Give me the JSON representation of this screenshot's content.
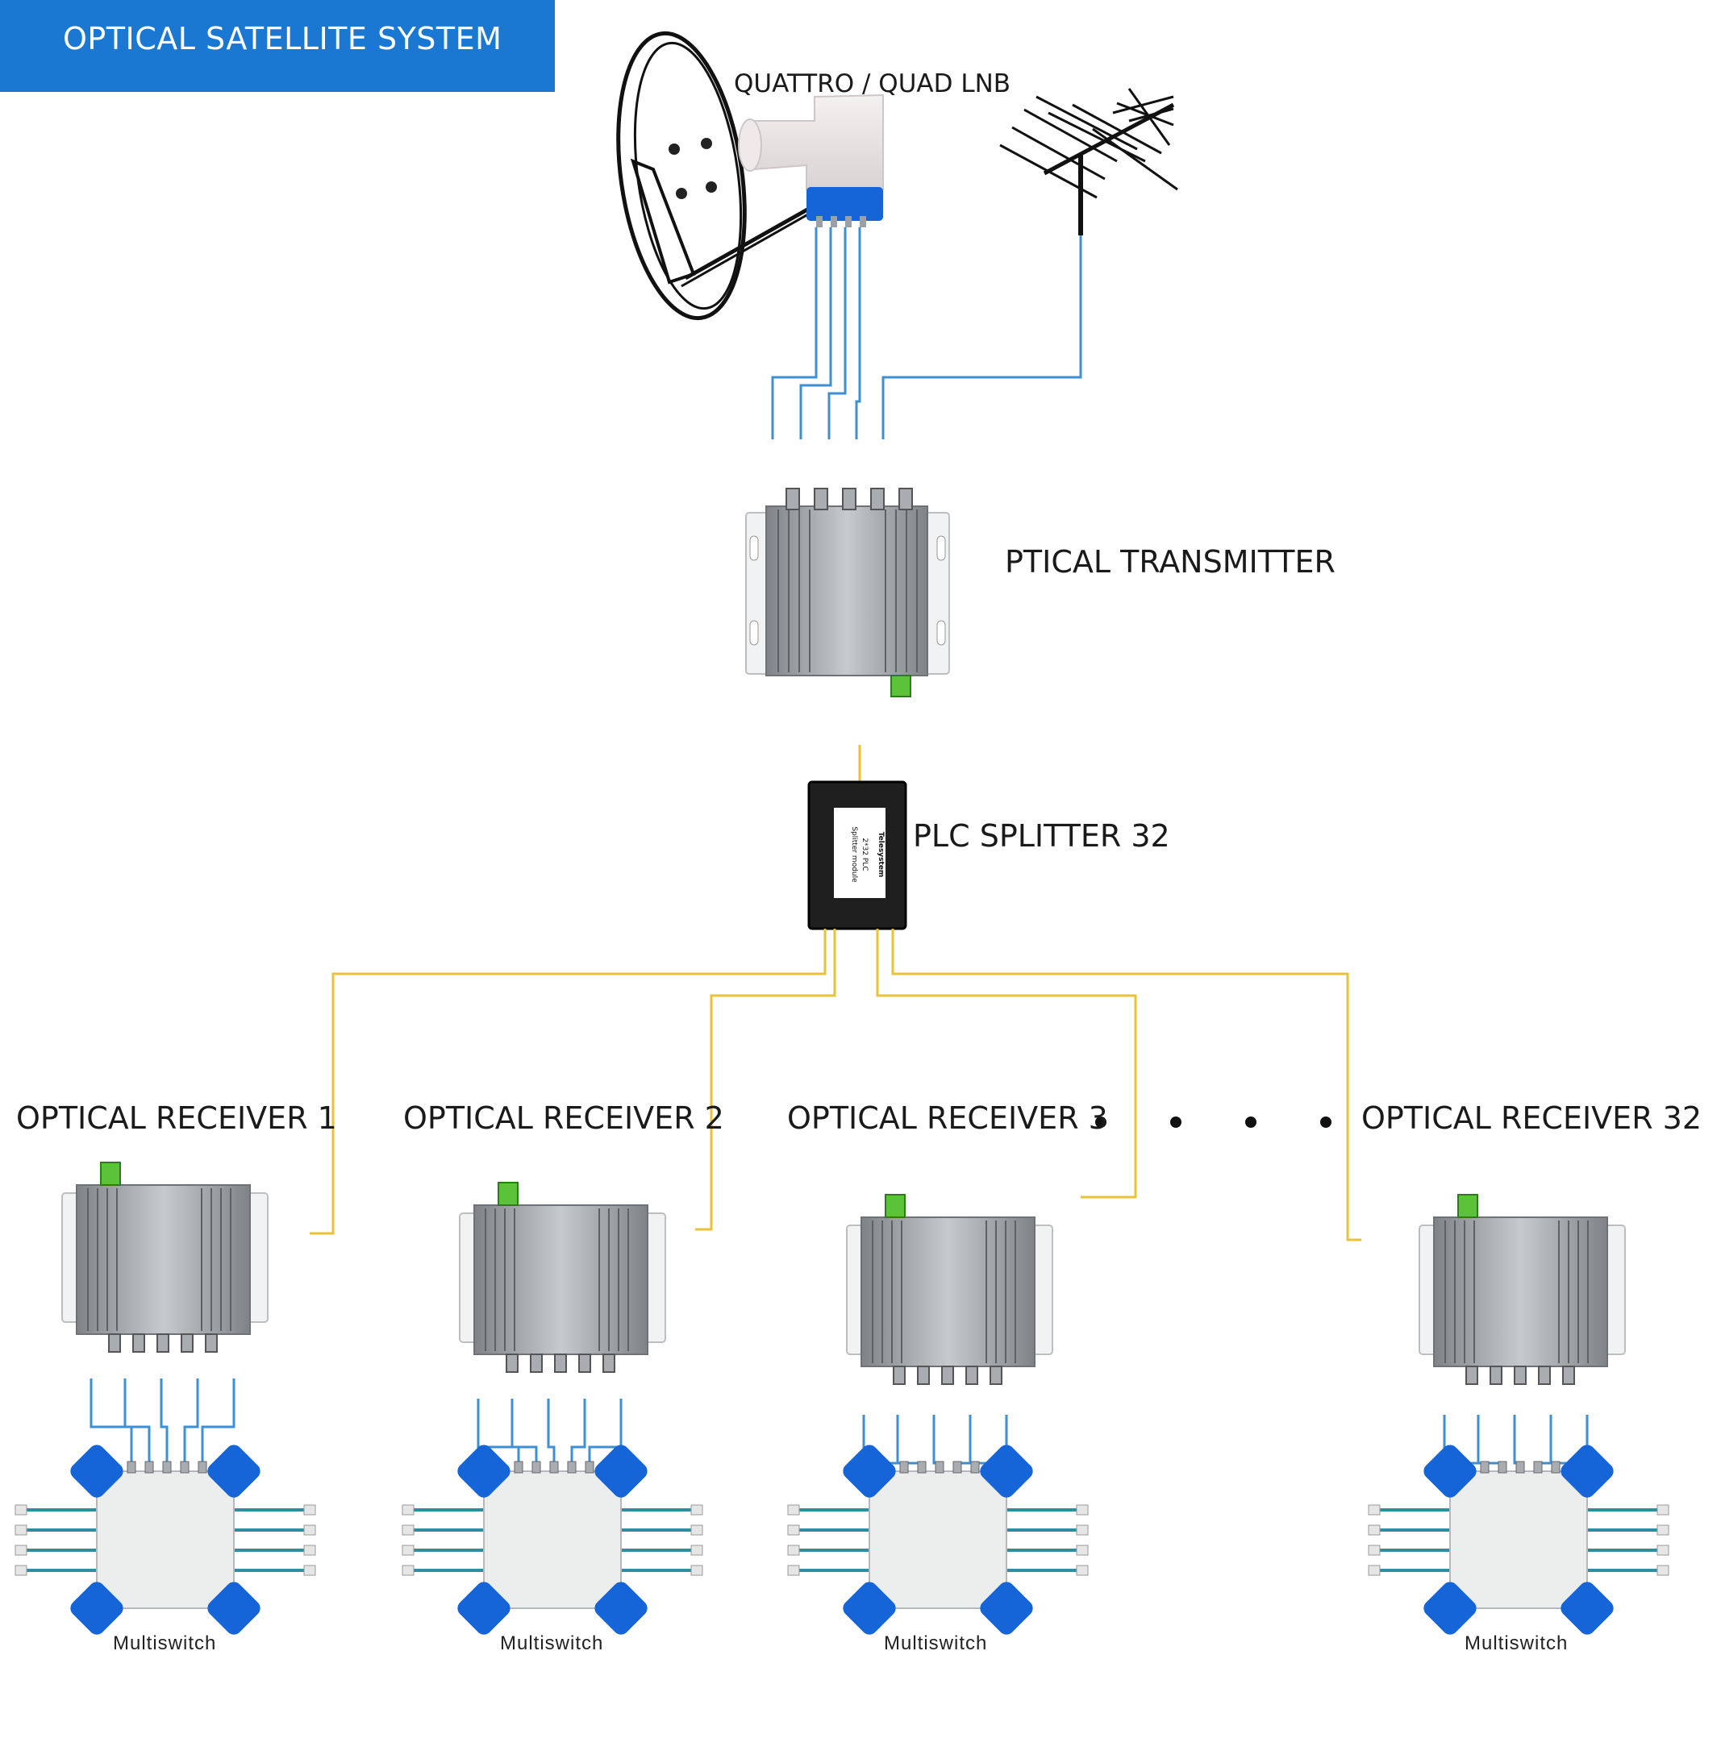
{
  "title": "OPTICAL SATELLITE SYSTEM",
  "lnb": {
    "label": "QUATTRO / QUAD LNB"
  },
  "transmitter": {
    "label": "PTICAL TRANSMITTER"
  },
  "splitter": {
    "label": "PLC SPLITTER 32",
    "module_brand": "Telesystem",
    "module_line1": "2*32 PLC",
    "module_line2": "Splitter module"
  },
  "receivers": [
    {
      "label": "OPTICAL RECEIVER 1"
    },
    {
      "label": "OPTICAL RECEIVER 2"
    },
    {
      "label": "OPTICAL RECEIVER 3"
    },
    {
      "label": "OPTICAL RECEIVER 32"
    }
  ],
  "multiswitch_label": "Multiswitch",
  "colors": {
    "banner": "#1a78d3",
    "coax": "#3d8fd6",
    "fiber": "#e8c23a",
    "accent_blue": "#1565d8",
    "sc_connector": "#5cc23a"
  }
}
